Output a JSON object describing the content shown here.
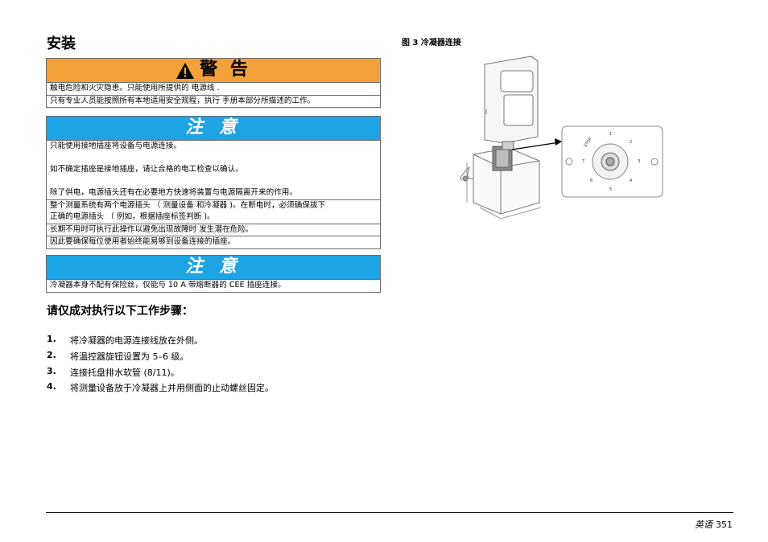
{
  "section_title": "安装",
  "warning": {
    "title": "警 告",
    "lines": [
      "触电危险和火灾隐患。只能使用所提供的 电源线 .",
      "只有专业人员能按照所有本地适用安全规程，执行 手册本部分所描述的工作。"
    ]
  },
  "note1": {
    "title": "注 意",
    "p1": "只能使用接地插座将设备与电源连接。",
    "p2": "如不确定插座是接地插座，请让合格的电工检查以确认。",
    "p3": "除了供电，电源插头还有在必要地方快速将装置与电源隔离开来的作用。",
    "p4a": "整个测量系统有两个电源插头 （ 测量设备 和冷凝器 )。在断电时，必须确保拔下",
    "p4b": "正确的电源插头 （ 例如，根据插座标签判断 )。",
    "p5": "长期不用时可执行此操作以避免出现故障时 发生潜在危险。",
    "p6": "因此要确保每位使用者始终能易够到设备连接的插座。"
  },
  "note2": {
    "title": "注 意",
    "line": "冷凝器本身不配有保险丝，仅能与 10 A 带熔断器的 CEE 插座连接。"
  },
  "steps_title": "请仅成对执行以下工作步骤：",
  "steps": [
    {
      "num": "1.",
      "text": "将冷凝器的电源连接线放在外侧。"
    },
    {
      "num": "2.",
      "text": "将温控器旋钮设置为 5–6 级。"
    },
    {
      "num": "3.",
      "text": "连接托盘排水软管 (8/11)。"
    },
    {
      "num": "4.",
      "text": "将测量设备放于冷凝器上并用侧面的止动螺丝固定。"
    }
  ],
  "figure": {
    "caption": "图  3 冷凝器连接",
    "stop_label": "STOP",
    "dial_numbers": [
      "1",
      "2",
      "3",
      "4",
      "5",
      "6",
      "7"
    ]
  },
  "footer": {
    "lang": "英语",
    "page": "351"
  }
}
